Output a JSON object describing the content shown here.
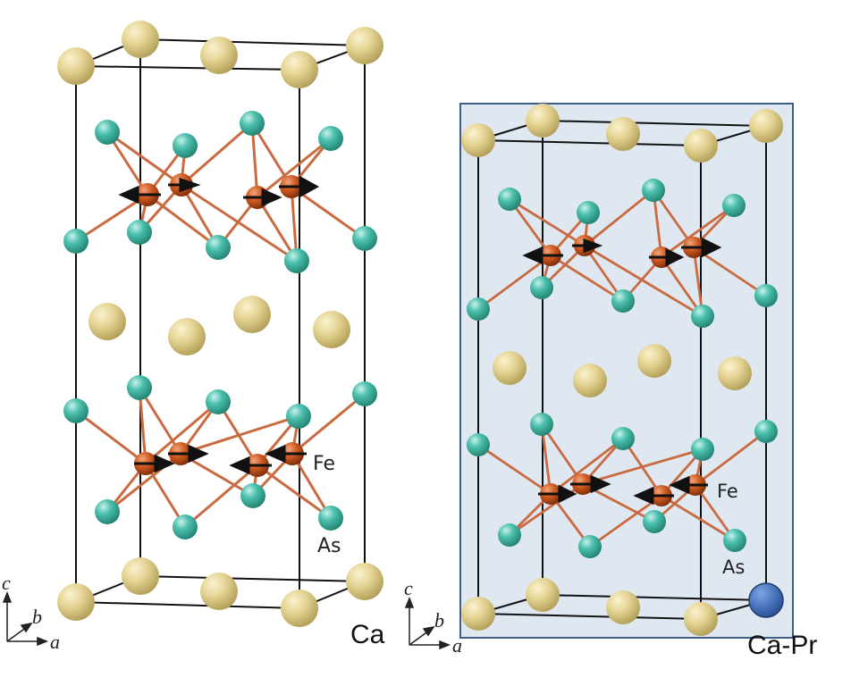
{
  "left_panel": {
    "atom_labels": {
      "fe": "Fe",
      "as": "As"
    },
    "compound_label": "Ca",
    "axes": {
      "c": "c",
      "b": "b",
      "a": "a"
    }
  },
  "right_panel": {
    "atom_labels": {
      "fe": "Fe",
      "as": "As"
    },
    "compound_label": "Ca-Pr",
    "axes": {
      "c": "c",
      "b": "b",
      "a": "a"
    }
  },
  "colors": {
    "ca_atom": "#dccb86",
    "as_atom": "#43b8a6",
    "fe_atom": "#c9541d",
    "bond": "#c96a40",
    "pr_atom": "#4b78c0",
    "highlight_bg": "#dfe7f1",
    "highlight_border": "#3b5f8a"
  }
}
